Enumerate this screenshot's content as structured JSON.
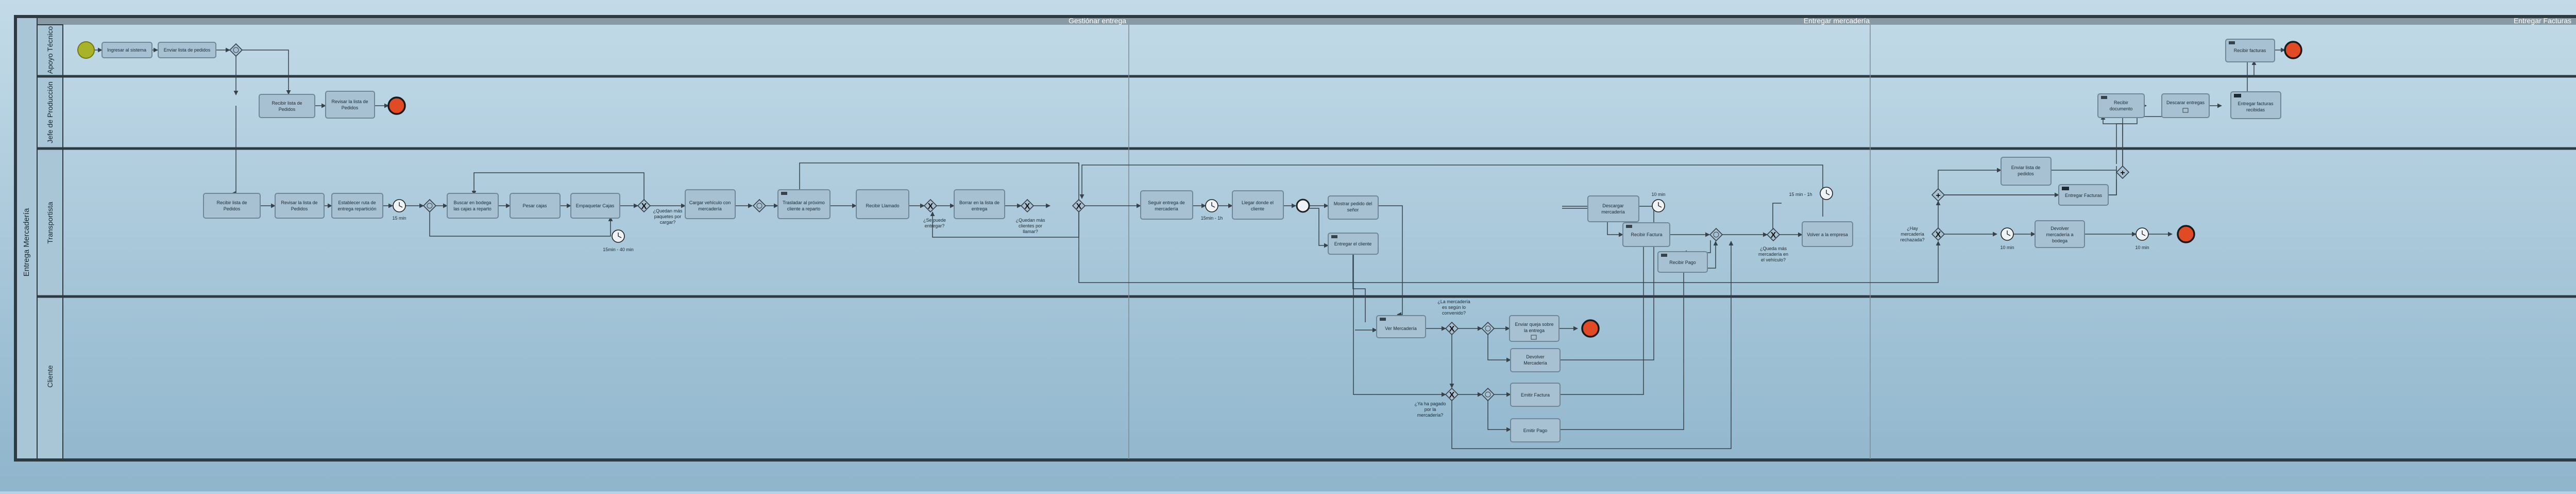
{
  "pool": {
    "title": "Entrega Mercadería"
  },
  "phases": [
    {
      "label": "Gestiónar entrega"
    },
    {
      "label": "Entregar mercadería"
    },
    {
      "label": "Entregar Facturas"
    }
  ],
  "lanes": [
    {
      "label": "Apoyo Técnico"
    },
    {
      "label": "Jefe de Producción"
    },
    {
      "label": "Transportista"
    },
    {
      "label": "Cliente"
    }
  ],
  "tasks": {
    "t1": [
      "Ingresar al sistema"
    ],
    "t2": [
      "Enviar lista de pedidos"
    ],
    "t3": [
      "Recibir lista de",
      "Pedidos"
    ],
    "t4": [
      "Revisar la lista de",
      "Pedidos"
    ],
    "t5": [
      "Recibir lista de",
      "Pedidos"
    ],
    "t6": [
      "Revisar la lista de",
      "Pedidos"
    ],
    "t7": [
      "Establecer ruta de",
      "entrega repartición"
    ],
    "t8": [
      "Buscar en bodega",
      "las cajas a reparto"
    ],
    "t9": [
      "Pesar cajas"
    ],
    "t10": [
      "Empaquetar Cajas"
    ],
    "t11": [
      "Cargar vehículo con",
      "mercadería"
    ],
    "t12": [
      "Trasladar al próximo",
      "cliente a reparto"
    ],
    "t13": [
      "Recibir Llamado"
    ],
    "t14": [
      "Borrar en la lista de",
      "entrega"
    ],
    "t15": [
      "Seguir entrega de",
      "mercadería"
    ],
    "t16": [
      "Llegar donde el",
      "cliente"
    ],
    "t17": [
      "Mostrar pedido del",
      "señor"
    ],
    "t18": [
      "Entregar el cliente"
    ],
    "t19": [
      "Descargar",
      "mercadería"
    ],
    "t20": [
      "Recibir Factura"
    ],
    "t21": [
      "Recibir Pago"
    ],
    "t22": [
      "Volver a la empresa"
    ],
    "t23": [
      "Ver Mercadería"
    ],
    "t24": [
      "Enviar queja sobre",
      "la entrega"
    ],
    "t25": [
      "Devolver",
      "Mercadería"
    ],
    "t26": [
      "Emitir Factura"
    ],
    "t27": [
      "Emitir Pago"
    ],
    "t28": [
      "Enviar lista de",
      "pedidos"
    ],
    "t29": [
      "Entregar Facturas"
    ],
    "t30": [
      "Devolver",
      "mercadería a",
      "bodega"
    ],
    "t31": [
      "Recibir",
      "documento"
    ],
    "t32": [
      "Descarar entregas"
    ],
    "t33": [
      "Entregar facturas",
      "recibidas"
    ],
    "t34": [
      "Recibir facturas"
    ]
  },
  "labels": {
    "timer1": "15 min",
    "timer2": "15min - 40 min",
    "q_pesar": [
      "¿Quedan más",
      "paquetes por",
      "cargar?"
    ],
    "q_entrega": [
      "¿Se puede",
      "entregar?"
    ],
    "q_clientes": [
      "¿Quedan más",
      "clientes por",
      "llamar?"
    ],
    "timer3": "15min - 1h",
    "timer4": "10 min",
    "timer5": "15 min - 1h",
    "q_volver": [
      "¿Queda más",
      "mercadería en",
      "el vehículo?"
    ],
    "q_recibe": [
      "¿La mercadería",
      "es según lo",
      "convenido?"
    ],
    "q_pago": [
      "¿Ya ha pagado",
      "por la",
      "mercadería?"
    ],
    "q_rechazada": [
      "¿Hay",
      "mercadería",
      "rechazada?"
    ],
    "timer6": "10 min",
    "timer7": "10 min"
  }
}
